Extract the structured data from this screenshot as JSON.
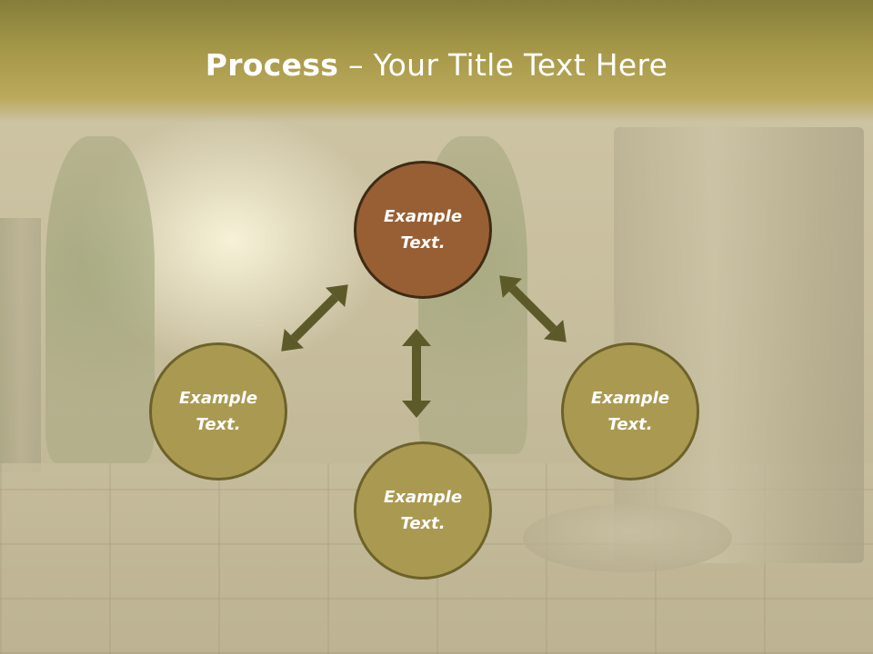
{
  "title": {
    "bold": "Process",
    "rest": " – Your Title Text Here"
  },
  "nodes": [
    {
      "id": "top",
      "line1": "Example",
      "line2": "Text."
    },
    {
      "id": "left",
      "line1": "Example",
      "line2": "Text."
    },
    {
      "id": "bottom",
      "line1": "Example",
      "line2": "Text."
    },
    {
      "id": "right",
      "line1": "Example",
      "line2": "Text."
    }
  ],
  "colors": {
    "center_fill": "#985f34",
    "node_fill": "#aa9a51",
    "arrow": "#5d5a2a",
    "title_band": "#a89a4a"
  }
}
